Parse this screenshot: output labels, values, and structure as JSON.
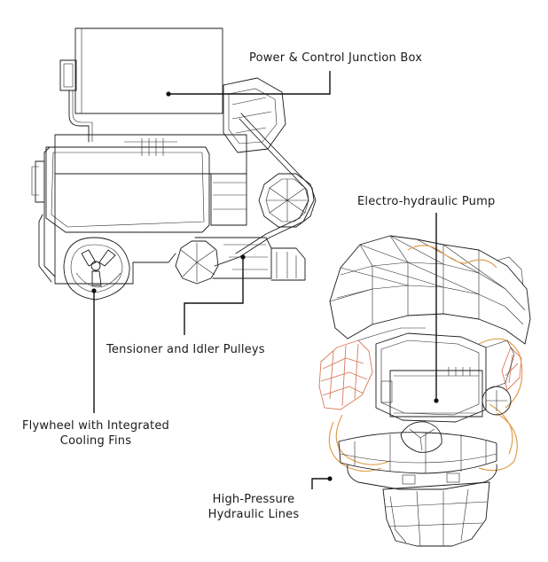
{
  "callouts": {
    "junction_box": "Power & Control Junction Box",
    "pump": "Electro-hydraulic Pump",
    "pulleys": "Tensioner and Idler Pulleys",
    "flywheel_line1": "Flywheel with Integrated",
    "flywheel_line2": "Cooling Fins",
    "hydraulic_line1": "High-Pressure",
    "hydraulic_line2": "Hydraulic Lines"
  },
  "colors": {
    "line": "#1a1a1a",
    "hose_orange": "#e0a050",
    "hose_red": "#d9795a",
    "background": "#ffffff"
  }
}
